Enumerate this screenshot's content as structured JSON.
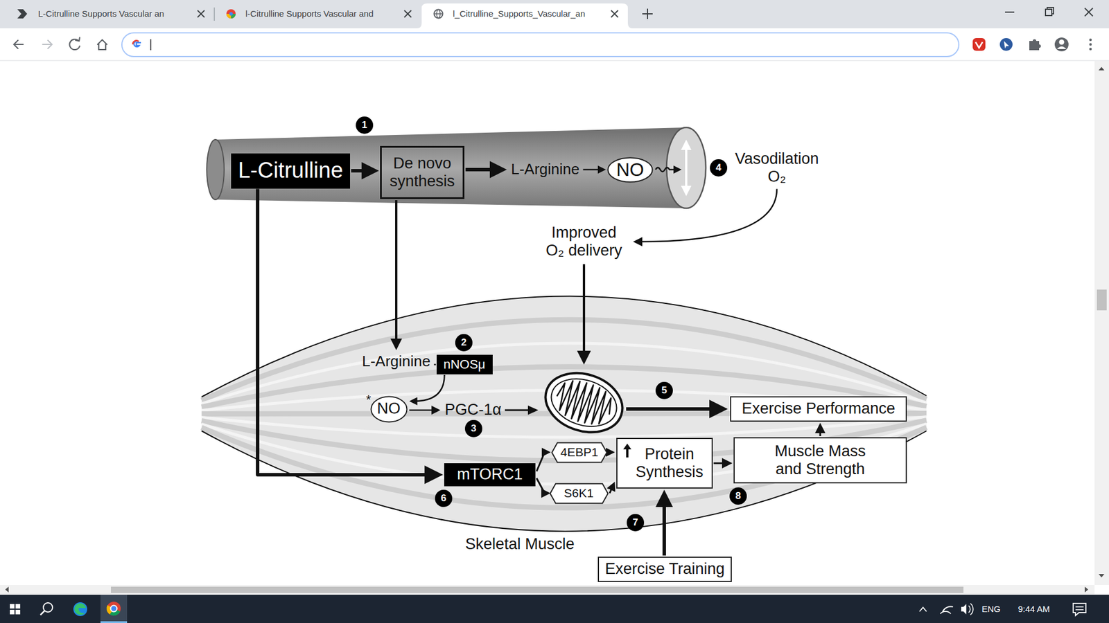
{
  "diagram": {
    "nodes": [
      {
        "text": [
          "L-Citrulline"
        ]
      },
      {
        "text": [
          "De novo synthesis"
        ]
      },
      {
        "text": [
          "L-Arginine"
        ]
      },
      {
        "text": [
          "NO"
        ]
      },
      {
        "text": [
          "Vasodilation O₂"
        ]
      },
      {
        "text": [
          "Improved O₂ delivery"
        ]
      },
      {
        "text": [
          "L-Arginine"
        ]
      },
      {
        "text": [
          "nNOSμ"
        ]
      },
      {
        "text": [
          "NO"
        ]
      },
      {
        "text": [
          "PGC-1α"
        ]
      },
      {
        "text": [
          "Exercise Performance"
        ]
      },
      {
        "text": [
          "mTORC1"
        ]
      },
      {
        "text": [
          "4EBP1"
        ]
      },
      {
        "text": [
          "S6K1"
        ]
      },
      {
        "text": [
          "Protein Synthesis"
        ]
      },
      {
        "text": [
          "Muscle Mass and Strength"
        ]
      },
      {
        "text": [
          "Exercise Training"
        ]
      }
    ],
    "edges": [
      {
        "from": 0,
        "to": 1,
        "arrow": "to"
      },
      {
        "from": 1,
        "to": 2,
        "arrow": "to"
      },
      {
        "from": 2,
        "to": 3,
        "arrow": "to"
      },
      {
        "from": 4,
        "to": 5,
        "arrow": "to"
      },
      {
        "from": 1,
        "to": 6,
        "arrow": "to"
      },
      {
        "from": 6,
        "to": 7,
        "arrow": "none"
      },
      {
        "from": 7,
        "to": 8,
        "arrow": "to"
      },
      {
        "from": 8,
        "to": 9,
        "arrow": "to"
      },
      {
        "from": 0,
        "to": 11,
        "arrow": "to"
      },
      {
        "from": 11,
        "to": 12,
        "arrow": "to"
      },
      {
        "from": 11,
        "to": 13,
        "arrow": "to"
      },
      {
        "from": 12,
        "to": 14,
        "arrow": "to"
      },
      {
        "from": 13,
        "to": 14,
        "arrow": "to"
      },
      {
        "from": 14,
        "to": 15,
        "arrow": "to"
      },
      {
        "from": 15,
        "to": 10,
        "arrow": "to"
      },
      {
        "from": 16,
        "to": 14,
        "arrow": "to"
      }
    ],
    "labels": [
      "L-Citrulline Supports Vascular an",
      "l-Citrulline Supports Vascular and",
      "l_Citrulline_Supports_Vascular_an",
      "1",
      "2",
      "3",
      "4",
      "5",
      "6",
      "7",
      "8",
      "*",
      "Skeletal Muscle",
      "ENG",
      "9:44 AM"
    ]
  }
}
